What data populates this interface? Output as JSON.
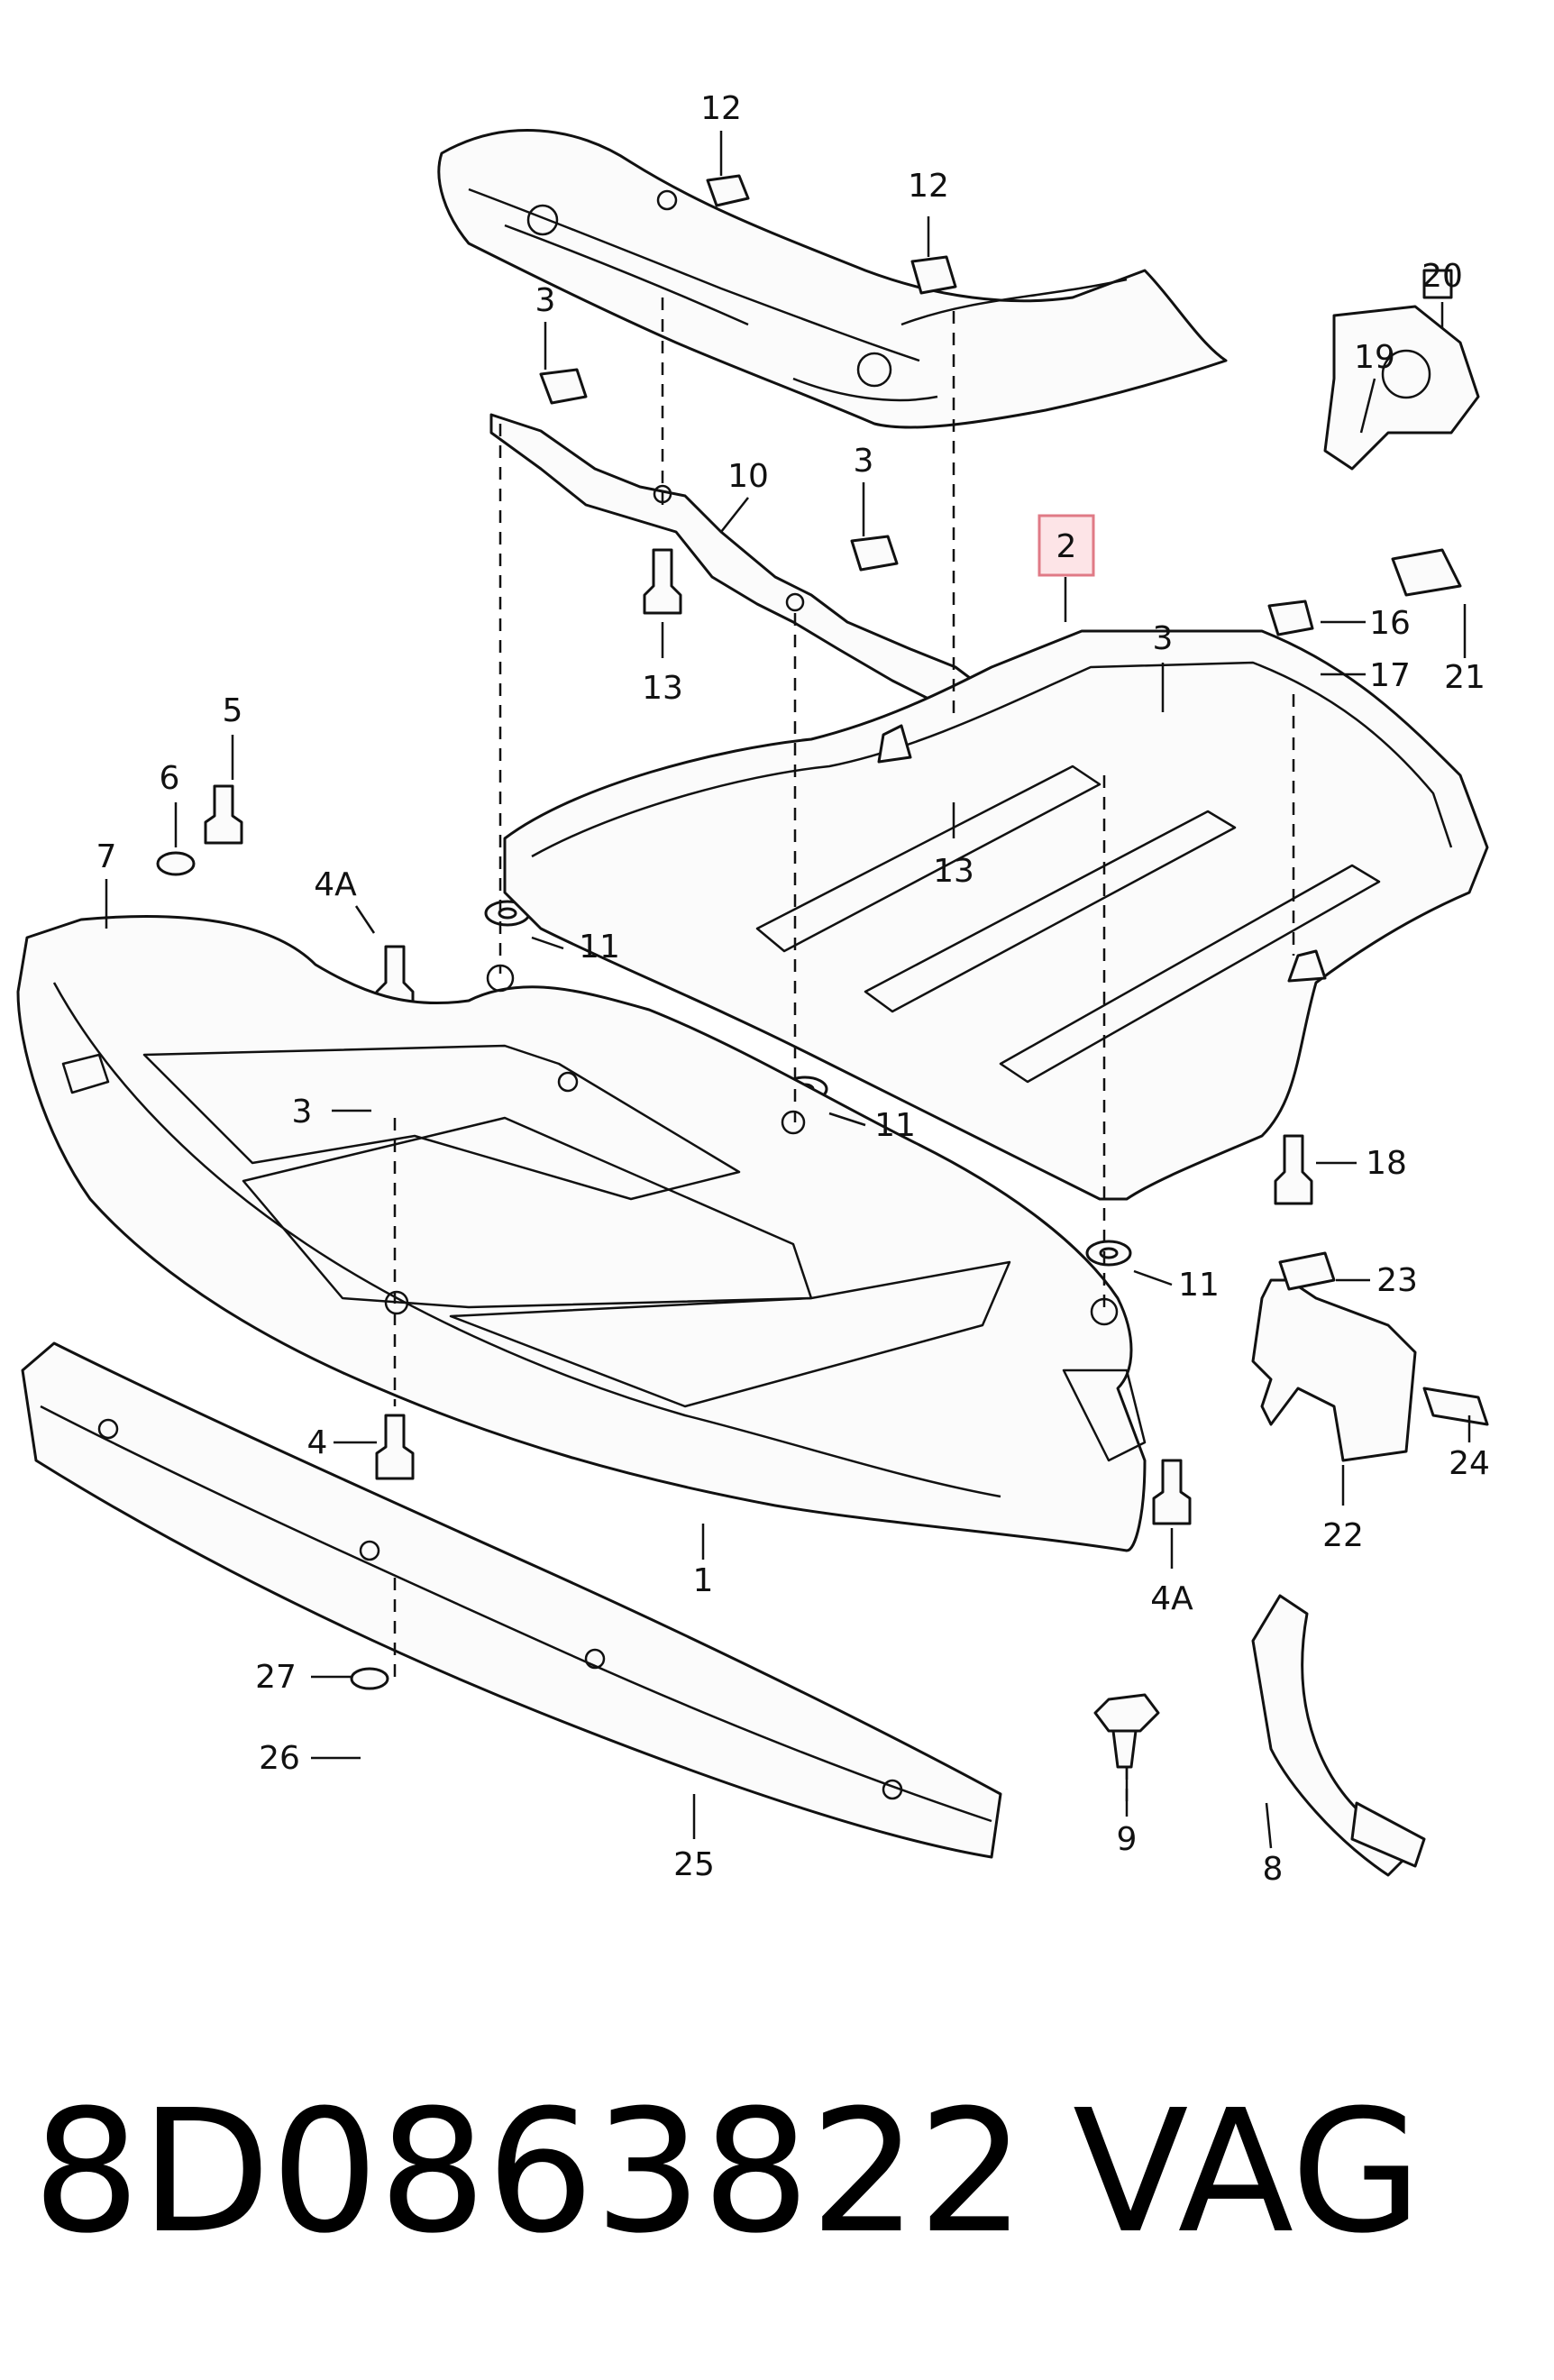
{
  "diagram": {
    "highlight_color": "#e07a86",
    "callouts": [
      {
        "id": "12a",
        "text": "12"
      },
      {
        "id": "12b",
        "text": "12"
      },
      {
        "id": "20",
        "text": "20"
      },
      {
        "id": "3a",
        "text": "3"
      },
      {
        "id": "19",
        "text": "19"
      },
      {
        "id": "10",
        "text": "10"
      },
      {
        "id": "3b",
        "text": "3"
      },
      {
        "id": "2",
        "text": "2"
      },
      {
        "id": "3c",
        "text": "3"
      },
      {
        "id": "16",
        "text": "16"
      },
      {
        "id": "17",
        "text": "17"
      },
      {
        "id": "21",
        "text": "21"
      },
      {
        "id": "13a",
        "text": "13"
      },
      {
        "id": "5",
        "text": "5"
      },
      {
        "id": "6",
        "text": "6"
      },
      {
        "id": "13b",
        "text": "13"
      },
      {
        "id": "7",
        "text": "7"
      },
      {
        "id": "4Aa",
        "text": "4A"
      },
      {
        "id": "11a",
        "text": "11"
      },
      {
        "id": "3d",
        "text": "3"
      },
      {
        "id": "11b",
        "text": "11"
      },
      {
        "id": "18",
        "text": "18"
      },
      {
        "id": "23",
        "text": "23"
      },
      {
        "id": "11c",
        "text": "11"
      },
      {
        "id": "4",
        "text": "4"
      },
      {
        "id": "24",
        "text": "24"
      },
      {
        "id": "1",
        "text": "1"
      },
      {
        "id": "22",
        "text": "22"
      },
      {
        "id": "4Ab",
        "text": "4A"
      },
      {
        "id": "27",
        "text": "27"
      },
      {
        "id": "26",
        "text": "26"
      },
      {
        "id": "9",
        "text": "9"
      },
      {
        "id": "25",
        "text": "25"
      },
      {
        "id": "8",
        "text": "8"
      }
    ]
  },
  "footer": {
    "part_number": "8D0863822",
    "brand": "VAG"
  }
}
